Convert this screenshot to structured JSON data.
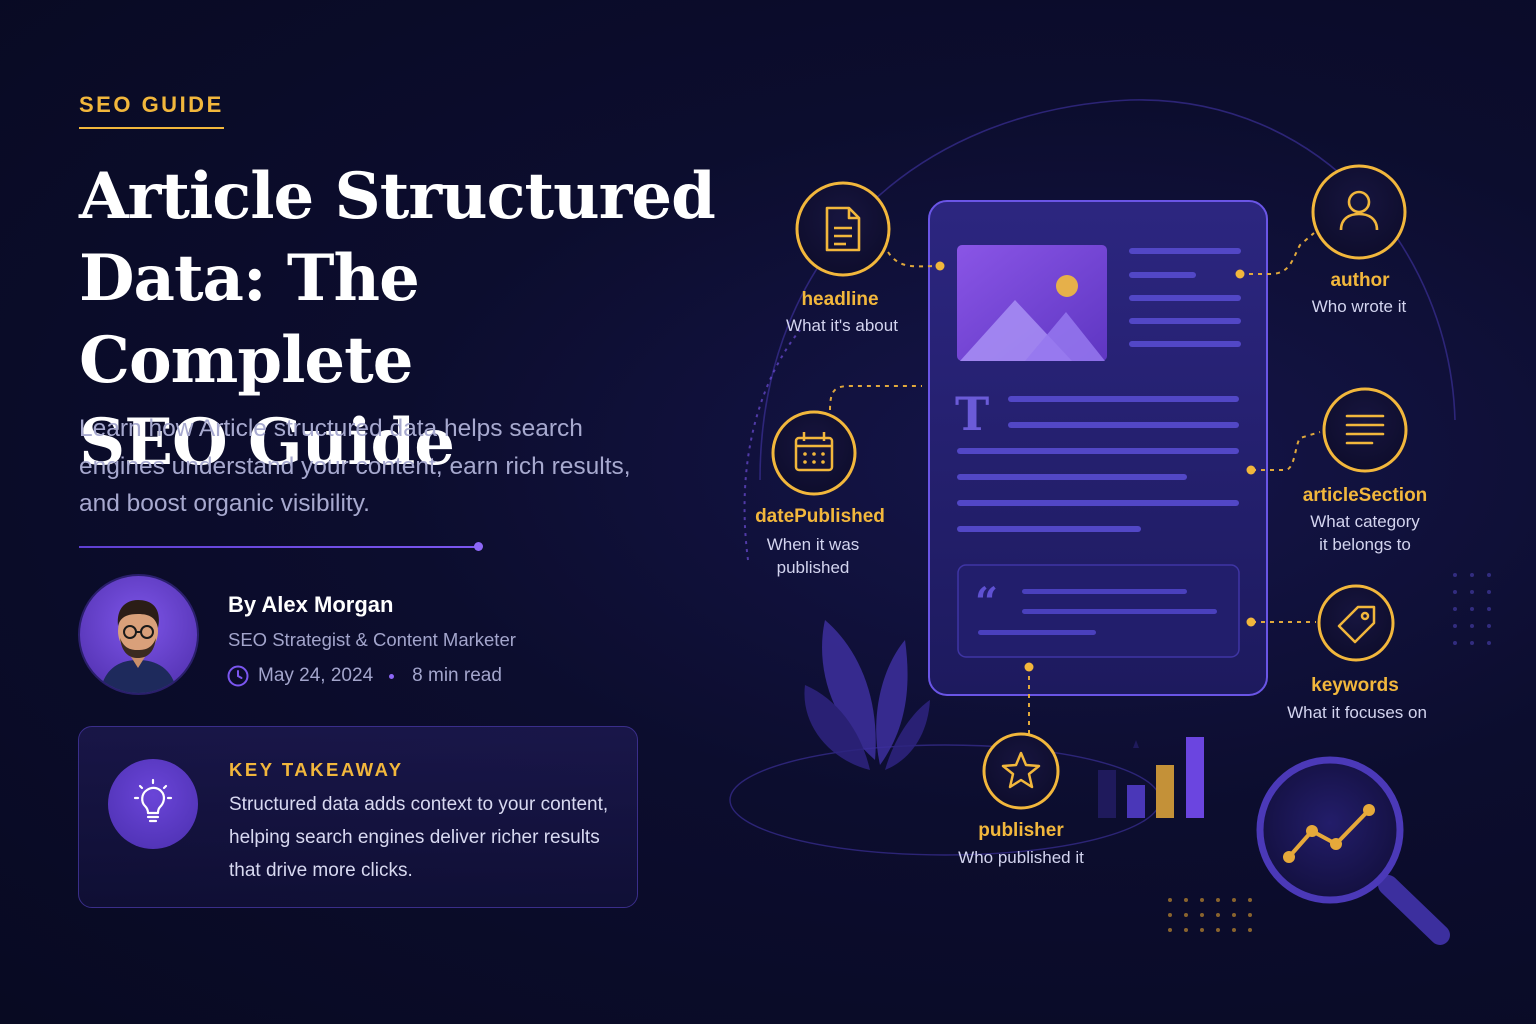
{
  "eyebrow": "SEO GUIDE",
  "title_lines": [
    "Article Structured",
    "Data: The Complete",
    "SEO Guide"
  ],
  "subtitle_lines": [
    "Learn how Article structured data helps search",
    "engines understand your content, earn rich results,",
    "and boost organic visibility."
  ],
  "author": {
    "name": "By Alex Morgan",
    "role": "SEO Strategist & Content Marketer",
    "date": "May 24, 2024",
    "read_time": "8 min read"
  },
  "key_takeaway": {
    "title": "KEY TAKEAWAY",
    "lines": [
      "Structured data adds context to your content,",
      "helping search engines deliver richer results",
      "that drive more clicks."
    ]
  },
  "properties": {
    "headline": {
      "label": "headline",
      "desc": "What it's about",
      "icon": "document-icon"
    },
    "datePublished": {
      "label": "datePublished",
      "desc": [
        "When it was",
        "published"
      ],
      "icon": "calendar-icon"
    },
    "publisher": {
      "label": "publisher",
      "desc": "Who published it",
      "icon": "star-icon"
    },
    "author": {
      "label": "author",
      "desc": "Who wrote it",
      "icon": "user-icon"
    },
    "articleSection": {
      "label": "articleSection",
      "desc": [
        "What category",
        "it belongs to"
      ],
      "icon": "lines-icon"
    },
    "keywords": {
      "label": "keywords",
      "desc": "What it focuses on",
      "icon": "tag-icon"
    }
  },
  "colors": {
    "background": "#0c0d2e",
    "accent_gold": "#f2b73c",
    "accent_purple": "#7b56f0",
    "text_muted": "#a7a9cf"
  }
}
